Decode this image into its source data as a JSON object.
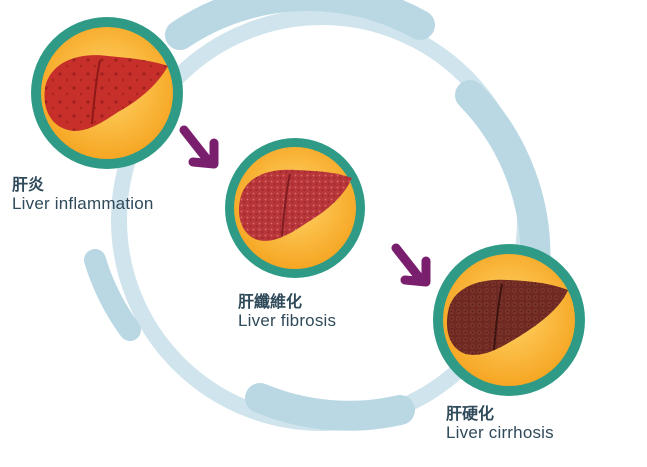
{
  "stages": [
    {
      "id": "inflammation",
      "label_zh": "肝炎",
      "label_en": "Liver inflammation",
      "liver_color": "#c72f2a",
      "liver_dark": "#8e1a17",
      "texture": "spots"
    },
    {
      "id": "fibrosis",
      "label_zh": "肝纖維化",
      "label_en": "Liver fibrosis",
      "liver_color": "#b8363a",
      "liver_dark": "#7f1d22",
      "texture": "fine-grain"
    },
    {
      "id": "cirrhosis",
      "label_zh": "肝硬化",
      "label_en": "Liver cirrhosis",
      "liver_color": "#6e2a22",
      "liver_dark": "#3e1410",
      "texture": "nodular"
    }
  ],
  "colors": {
    "cycle_ring": "#cfe4ec",
    "cycle_band": "#b9d8e4",
    "medallion_border": "#2f9b86",
    "medallion_inner": "#f6a623",
    "medallion_center": "#ffd56a",
    "arrow": "#7a1f6e"
  },
  "icons": [
    "arrow-right-down-icon",
    "arrow-right-down-icon"
  ]
}
